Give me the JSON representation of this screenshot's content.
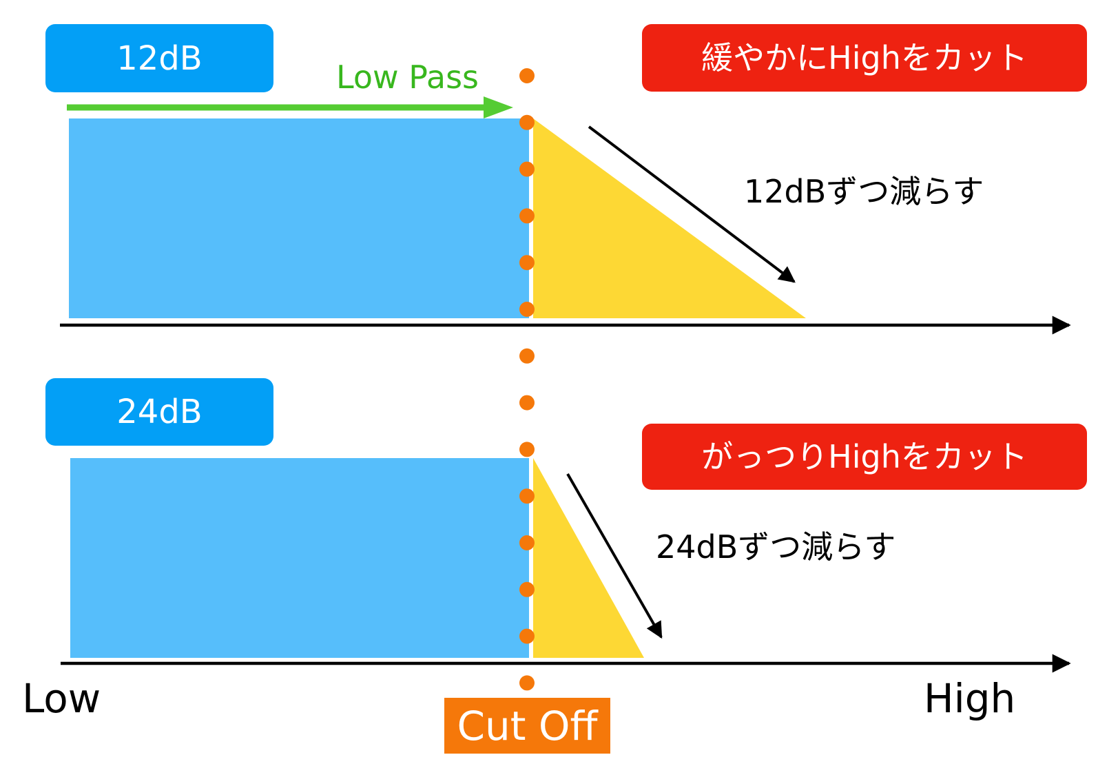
{
  "panel_top": {
    "slope_badge": "12dB",
    "pass_label": "Low Pass",
    "description_badge": "緩やかにHighをカット",
    "slope_text": "12dBずつ減らす"
  },
  "panel_bottom": {
    "slope_badge": "24dB",
    "description_badge": "がっつりHighをカット",
    "slope_text": "24dBずつ減らす"
  },
  "axis": {
    "low_label": "Low",
    "high_label": "High"
  },
  "cutoff_label": "Cut Off",
  "colors": {
    "passband": "#56BEFB",
    "rolloff": "#FDD834",
    "badge_blue": "#039FF6",
    "badge_red": "#EE2211",
    "cutoff_orange": "#F5780A",
    "arrow_green": "#55CC33"
  }
}
